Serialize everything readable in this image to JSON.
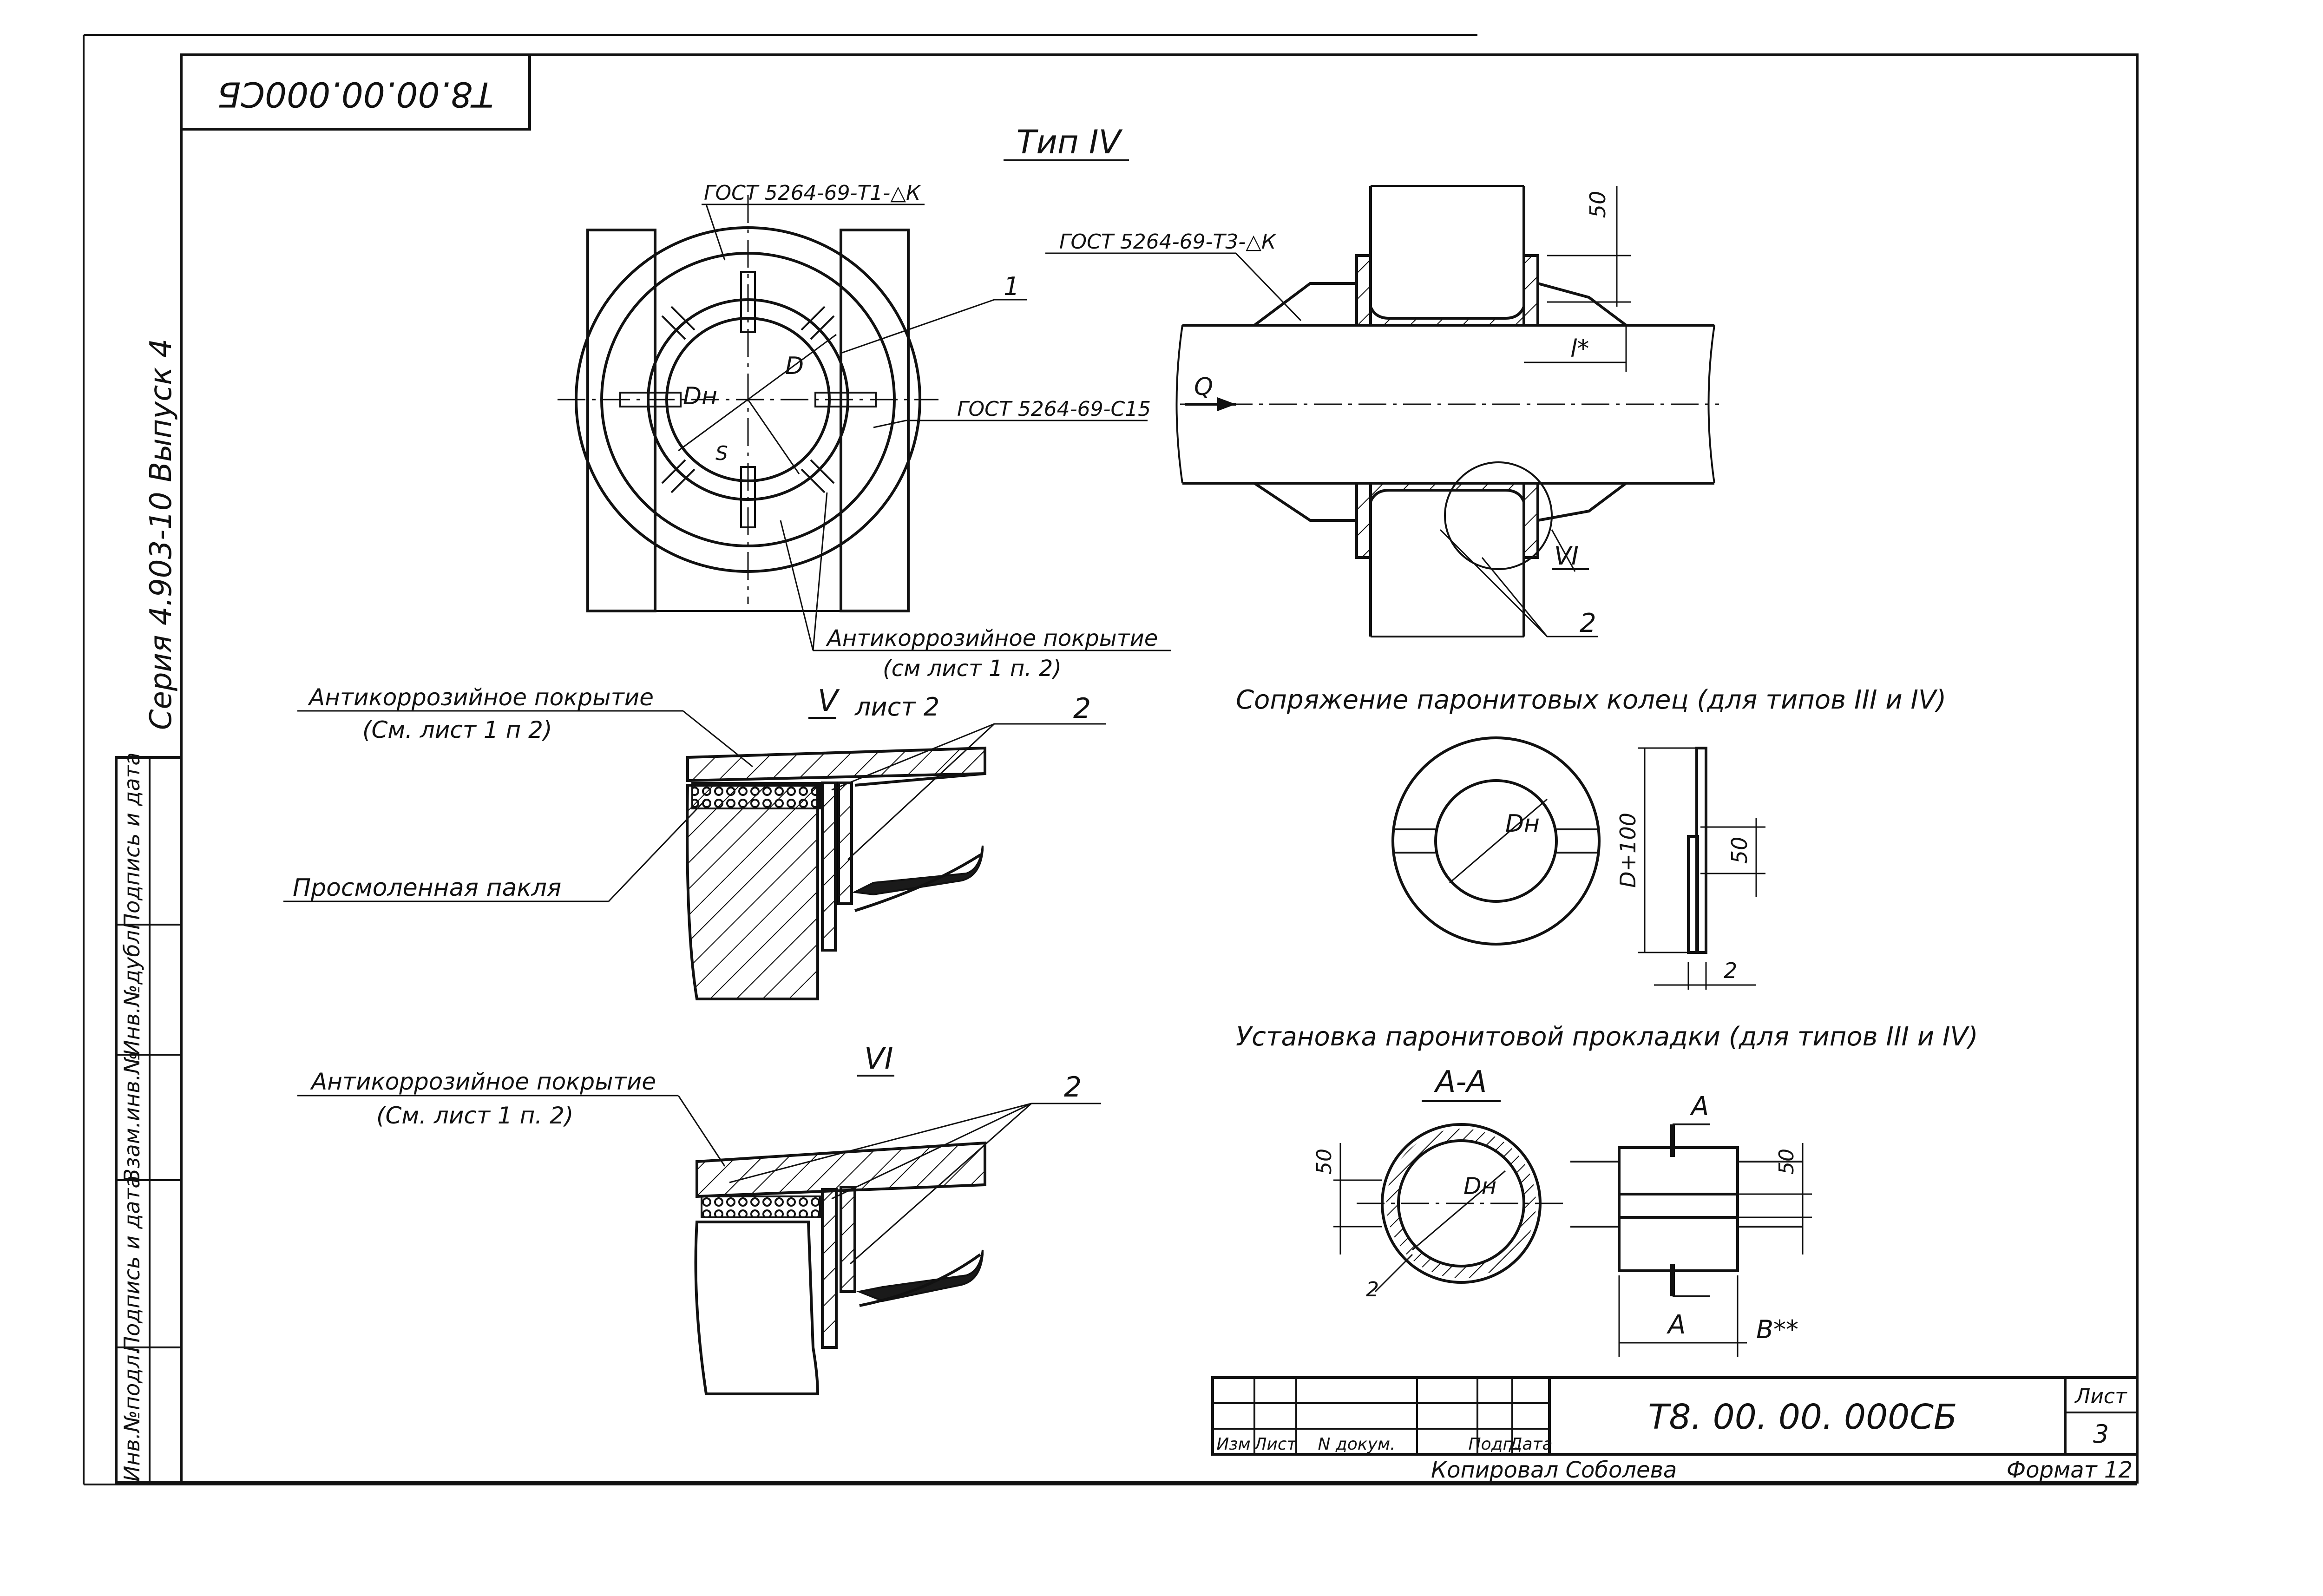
{
  "drawing": {
    "doc_code_upside_down": "Т8.00.00.000СБ",
    "series_label": "Серия 4.903-10  Выпуск 4",
    "type_title": "Тип IV"
  },
  "view_type4_left": {
    "weld_top": "ГОСТ 5264-69-Т1-△К",
    "weld_mid": "ГОСТ 5264-69-С15",
    "item_1": "1",
    "dn": "Dн",
    "d": "D",
    "s": "S",
    "anticorrosion": "Антикоррозийное покрытие",
    "anticorrosion_ref": "(см лист 1 п. 2)"
  },
  "view_type4_right": {
    "weld": "ГОСТ 5264-69-Т3-△К",
    "dim_50": "50",
    "dim_l": "l*",
    "flow_label": "Q",
    "callout_vi": "VI",
    "item_2": "2"
  },
  "detail_v": {
    "title_num": "V",
    "title_sheet": "лист 2",
    "anticorrosion": "Антикоррозийное покрытие",
    "anticorrosion_ref": "(См. лист 1 п 2)",
    "tar_oakum": "Просмоленная пакля",
    "item_2": "2"
  },
  "detail_vi": {
    "title_num": "VI",
    "anticorrosion": "Антикоррозийное покрытие",
    "anticorrosion_ref": "(См. лист 1 п. 2)",
    "item_2": "2"
  },
  "ring_mating": {
    "title": "Сопряжение паронитовых колец (для типов III и IV)",
    "dn": "Dн",
    "dim_d100": "D+100",
    "dim_50": "50",
    "dim_2": "2"
  },
  "gasket_install": {
    "title": "Установка паронитовой прокладки (для типов III и IV)",
    "section_title": "А-А",
    "dn": "Dн",
    "dim_50_left": "50",
    "dim_50_right": "50",
    "dim_2": "2",
    "cut_top": "А",
    "cut_bottom": "А",
    "dim_b": "B**"
  },
  "side_stamp": {
    "cells": [
      "Инв.№подл.",
      "Подпись и дата",
      "Взам.инв.№",
      "Инв.№дубл.",
      "Подпись и дата"
    ]
  },
  "title_block": {
    "doc_code": "Т8. 00. 00. 000СБ",
    "sheet_label": "Лист",
    "sheet_num": "3",
    "columns": [
      "Изм",
      "Лист",
      "N докум.",
      "Подп.",
      "Дата"
    ],
    "copied": "Копировал  Соболева",
    "format": "Формат 12"
  }
}
